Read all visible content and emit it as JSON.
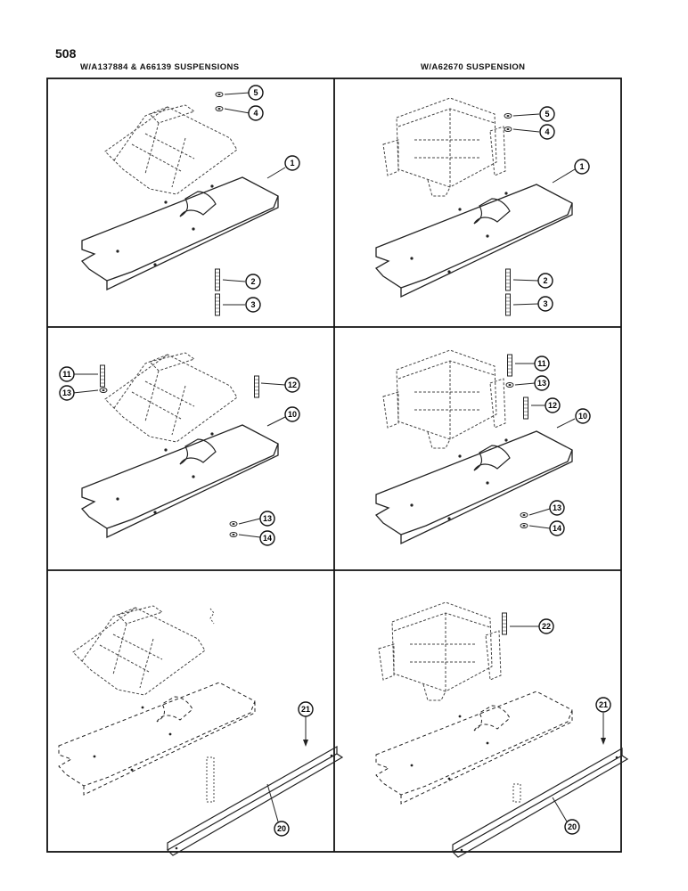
{
  "page": {
    "number": "508",
    "header_left": "W/A137884 & A66139 SUSPENSIONS",
    "header_right": "W/A62670 SUSPENSION"
  },
  "panels": {
    "top_left": {
      "callouts": [
        {
          "id": "a",
          "label": "5"
        },
        {
          "id": "b",
          "label": "4"
        },
        {
          "id": "c",
          "label": "1"
        },
        {
          "id": "d",
          "label": "2"
        },
        {
          "id": "e",
          "label": "3"
        }
      ]
    },
    "top_right": {
      "callouts": [
        {
          "id": "a",
          "label": "5"
        },
        {
          "id": "b",
          "label": "4"
        },
        {
          "id": "c",
          "label": "1"
        },
        {
          "id": "d",
          "label": "2"
        },
        {
          "id": "e",
          "label": "3"
        }
      ]
    },
    "mid_left": {
      "callouts": [
        {
          "id": "a",
          "label": "11"
        },
        {
          "id": "b",
          "label": "13"
        },
        {
          "id": "c",
          "label": "12"
        },
        {
          "id": "d",
          "label": "10"
        },
        {
          "id": "e",
          "label": "13"
        },
        {
          "id": "f",
          "label": "14"
        }
      ]
    },
    "mid_right": {
      "callouts": [
        {
          "id": "a",
          "label": "11"
        },
        {
          "id": "b",
          "label": "13"
        },
        {
          "id": "c",
          "label": "12"
        },
        {
          "id": "d",
          "label": "10"
        },
        {
          "id": "e",
          "label": "13"
        },
        {
          "id": "f",
          "label": "14"
        }
      ]
    },
    "bottom_left": {
      "callouts": [
        {
          "id": "a",
          "label": "21"
        },
        {
          "id": "b",
          "label": "20"
        }
      ]
    },
    "bottom_right": {
      "callouts": [
        {
          "id": "a",
          "label": "22"
        },
        {
          "id": "b",
          "label": "21"
        },
        {
          "id": "c",
          "label": "20"
        }
      ]
    }
  }
}
